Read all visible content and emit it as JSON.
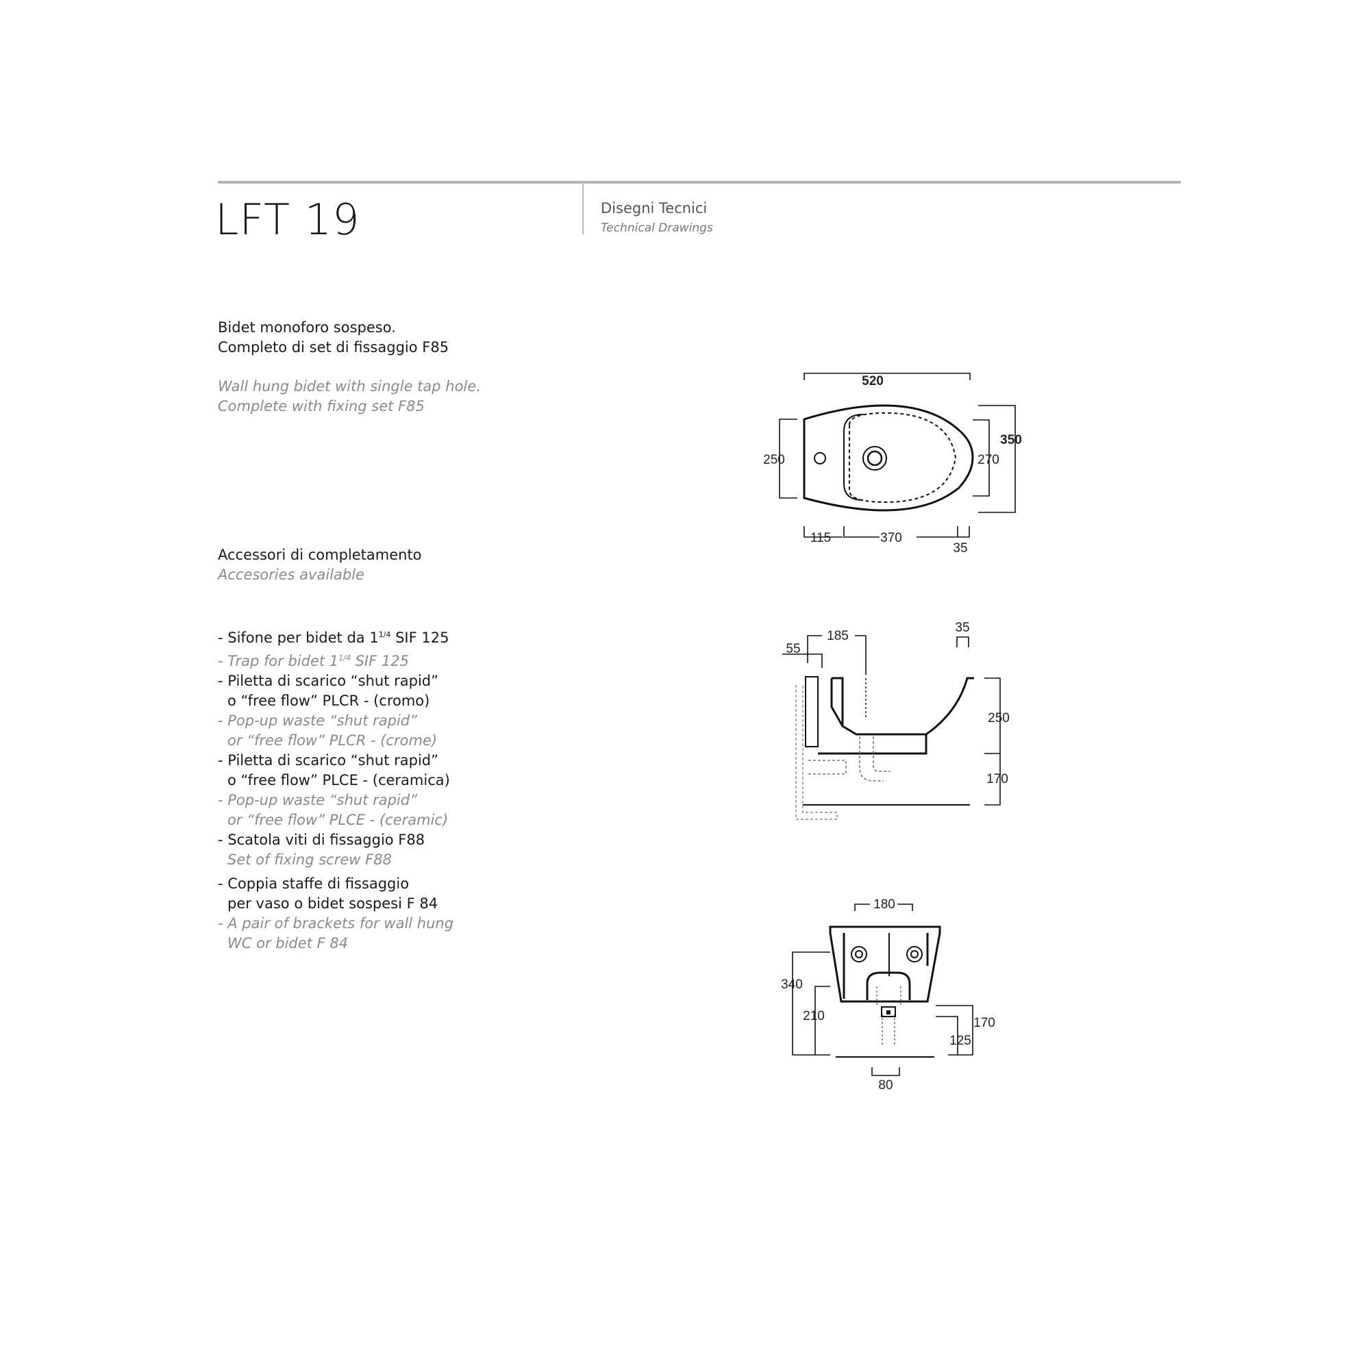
{
  "header": {
    "title": "LFT 19",
    "section_it": "Disegni Tecnici",
    "section_en": "Technical Drawings"
  },
  "description": {
    "it_1": "Bidet monoforo sospeso.",
    "it_2": "Completo di set di fissaggio F85",
    "en_1": "Wall hung bidet with single tap hole.",
    "en_2": "Complete with fixing set F85"
  },
  "accessories_heading": {
    "it": "Accessori di completamento",
    "en": "Accesories available"
  },
  "accessories": [
    {
      "it": [
        "- Sifone per bidet da 1",
        "1/4",
        " SIF 125"
      ],
      "en": [
        "- Trap for bidet 1",
        "1/4",
        " SIF 125"
      ]
    },
    {
      "it": [
        "- Piletta di scarico “shut rapid”",
        "o “free flow” PLCR - (cromo)"
      ],
      "en": [
        "- Pop-up waste “shut rapid”",
        "or “free flow” PLCR - (crome)"
      ]
    },
    {
      "it": [
        "- Piletta di scarico “shut rapid”",
        "o “free flow” PLCE - (ceramica)"
      ],
      "en": [
        "- Pop-up waste “shut rapid”",
        "or “free flow” PLCE - (ceramic)"
      ]
    },
    {
      "it": [
        "- Scatola viti di fissaggio F88"
      ],
      "en": [
        "Set of fixing screw F88"
      ]
    },
    {
      "it": [
        "- Coppia staffe di fissaggio",
        "per vaso o bidet sospesi F 84"
      ],
      "en": [
        "- A pair of brackets for wall hung",
        "WC or bidet F 84"
      ]
    }
  ],
  "top_view": {
    "overall_length": "520",
    "overall_width": "350",
    "bowl_width": "270",
    "rear_width": "250",
    "rear_to_tap": "115",
    "tap_to_front": "370",
    "front_offset": "35"
  },
  "side_view": {
    "wall_offset": "55",
    "wall_to_waste": "185",
    "rim_offset": "35",
    "height": "250",
    "below": "170"
  },
  "rear_view": {
    "fixing_centres": "180",
    "fixing_height": "340",
    "waste_height": "210",
    "waste_offset": "170",
    "inlet_height": "125",
    "outlet_width": "80"
  }
}
